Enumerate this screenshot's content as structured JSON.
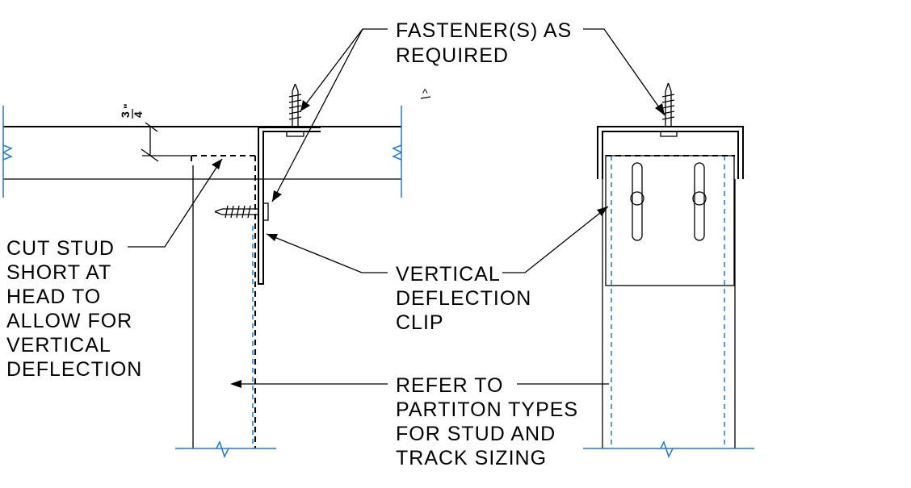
{
  "labels": {
    "fastener_line1": "FASTENER(S) AS",
    "fastener_line2": "REQUIRED",
    "cut_stud": [
      "CUT STUD",
      "SHORT AT",
      "HEAD TO",
      "ALLOW FOR",
      "VERTICAL",
      "DEFLECTION"
    ],
    "clip": [
      "VERTICAL",
      "DEFLECTION",
      "CLIP"
    ],
    "refer": [
      "REFER TO",
      "PARTITON TYPES",
      "FOR STUD AND",
      "TRACK SIZING"
    ],
    "dimension_num": "3",
    "dimension_den": "4",
    "dimension_unit": "\"",
    "stray_mark": "^"
  },
  "colors": {
    "line": "#000000",
    "break_line": "#1e7bd4"
  }
}
